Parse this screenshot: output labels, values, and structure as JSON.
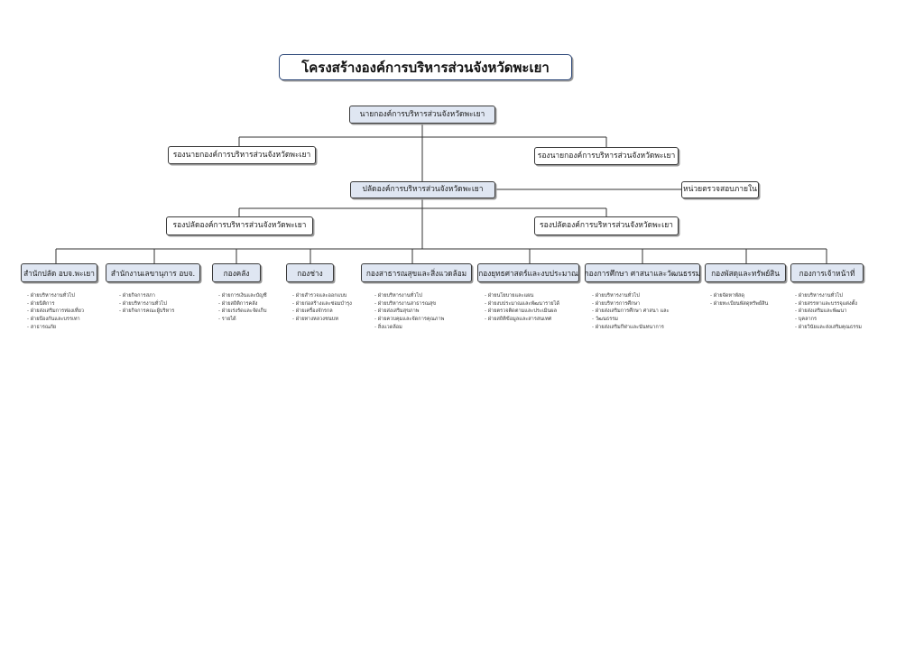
{
  "title": "โครงสร้างองค์การบริหารส่วนจังหวัดพะเยา",
  "chief": "นายกองค์การบริหารส่วนจังหวัดพะเยา",
  "deputies": [
    "รองนายกองค์การบริหารส่วนจังหวัดพะเยา",
    "รองนายกองค์การบริหารส่วนจังหวัดพะเยา"
  ],
  "clerk": "ปลัดองค์การบริหารส่วนจังหวัดพะเยา",
  "audit_unit": "หน่วยตรวจสอบภายใน",
  "deputy_clerks": [
    "รองปลัดองค์การบริหารส่วนจังหวัดพะเยา",
    "รองปลัดองค์การบริหารส่วนจังหวัดพะเยา"
  ],
  "departments": [
    {
      "name": "สำนักปลัด อบจ.พะเยา",
      "subs": [
        "ฝ่ายบริหารงานทั่วไป",
        "ฝ่ายนิติการ",
        "ฝ่ายส่งเสริมการท่องเที่ยว",
        "ฝ่ายป้องกันและบรรเทา",
        "สาธารณภัย"
      ]
    },
    {
      "name": "สำนักงานเลขานุการ อบจ.",
      "subs": [
        "ฝ่ายกิจการสภา",
        "ฝ่ายบริหารงานทั่วไป",
        "ฝ่ายกิจการคณะผู้บริหาร"
      ]
    },
    {
      "name": "กองคลัง",
      "subs": [
        "ฝ่ายการเงินและบัญชี",
        "ฝ่ายสถิติการคลัง",
        "ฝ่ายเร่งรัดและจัดเก็บ",
        "รายได้"
      ]
    },
    {
      "name": "กองช่าง",
      "subs": [
        "ฝ่ายสำรวจและออกแบบ",
        "ฝ่ายก่อสร้างและซ่อมบำรุง",
        "ฝ่ายเครื่องจักรกล",
        "ฝ่ายทางหลวงชนบท"
      ]
    },
    {
      "name": "กองสาธารณสุขและสิ่งแวดล้อม",
      "subs": [
        "ฝ่ายบริหารงานทั่วไป",
        "ฝ่ายบริหารงานสาธารณสุข",
        "ฝ่ายส่งเสริมสุขภาพ",
        "ฝ่ายควบคุมและจัดการคุณภาพ",
        "สิ่งแวดล้อม"
      ]
    },
    {
      "name": "กองยุทธศาสตร์และงบประมาณ",
      "subs": [
        "ฝ่ายนโยบายและแผน",
        "ฝ่ายงบประมาณและพัฒนารายได้",
        "ฝ่ายตรวจติดตามและประเมินผล",
        "ฝ่ายสถิติข้อมูลและสารสนเทศ"
      ]
    },
    {
      "name": "กองการศึกษา ศาสนาและวัฒนธรรม",
      "subs": [
        "ฝ่ายบริหารงานทั่วไป",
        "ฝ่ายบริหารการศึกษา",
        "ฝ่ายส่งเสริมการศึกษา ศาสนา และ",
        "วัฒนธรรม",
        "ฝ่ายส่งเสริมกีฬาและนันทนาการ"
      ]
    },
    {
      "name": "กองพัสดุและทรัพย์สิน",
      "subs": [
        "ฝ่ายจัดหาพัสดุ",
        "ฝ่ายทะเบียนพัสดุทรัพย์สิน"
      ]
    },
    {
      "name": "กองการเจ้าหน้าที่",
      "subs": [
        "ฝ่ายบริหารงานทั่วไป",
        "ฝ่ายสรรหาและบรรจุแต่งตั้ง",
        "ฝ่ายส่งเสริมและพัฒนา",
        "บุคลากร",
        "ฝ่ายวินัยและส่งเสริมคุณธรรม"
      ]
    }
  ]
}
